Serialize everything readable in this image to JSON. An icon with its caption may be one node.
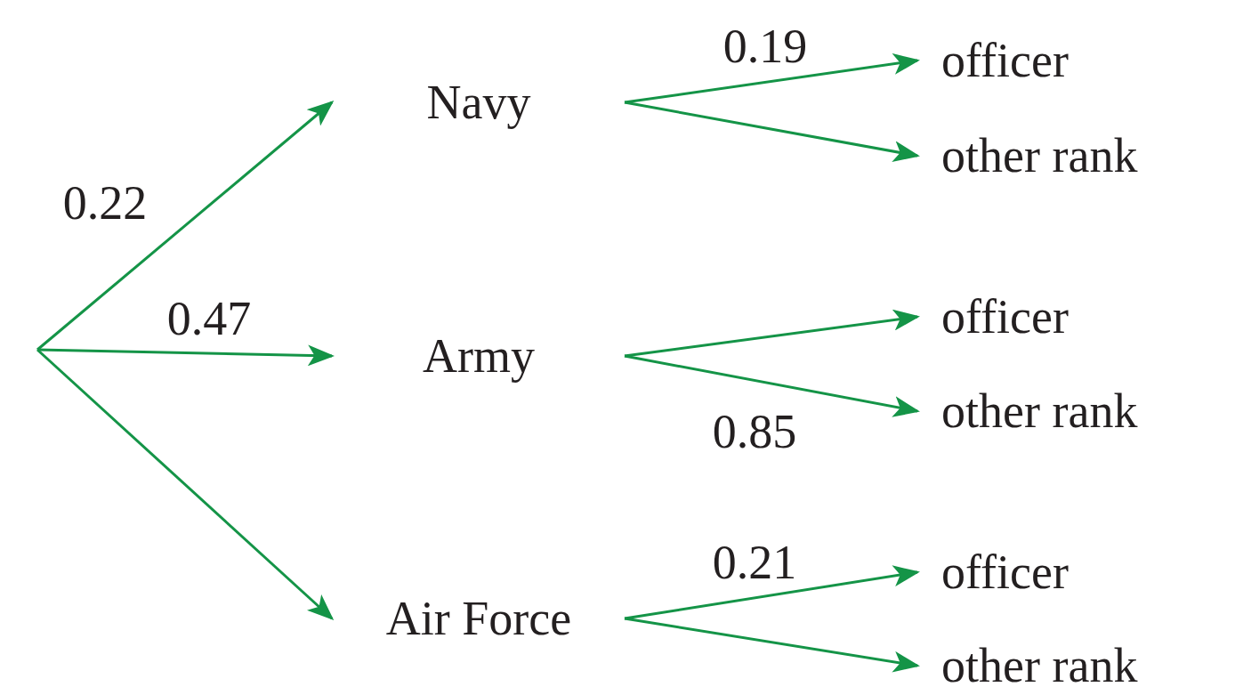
{
  "diagram": {
    "nodes": [
      {
        "text": [
          "Navy"
        ]
      },
      {
        "text": [
          "Army"
        ]
      },
      {
        "text": [
          "Air Force"
        ]
      },
      {
        "text": [
          "officer"
        ]
      },
      {
        "text": [
          "other rank"
        ]
      },
      {
        "text": [
          "officer"
        ]
      },
      {
        "text": [
          "other rank"
        ]
      },
      {
        "text": [
          "officer"
        ]
      },
      {
        "text": [
          "other rank"
        ]
      }
    ],
    "edges": [
      {
        "from": null,
        "to": 0,
        "arrow": "to",
        "label": "0.22"
      },
      {
        "from": null,
        "to": 1,
        "arrow": "to",
        "label": "0.47"
      },
      {
        "from": null,
        "to": 2,
        "arrow": "to"
      },
      {
        "from": 0,
        "to": 3,
        "arrow": "to",
        "label": "0.19"
      },
      {
        "from": 0,
        "to": 4,
        "arrow": "to"
      },
      {
        "from": 1,
        "to": 5,
        "arrow": "to"
      },
      {
        "from": 1,
        "to": 6,
        "arrow": "to",
        "label": "0.85"
      },
      {
        "from": 2,
        "to": 7,
        "arrow": "to",
        "label": "0.21"
      },
      {
        "from": 2,
        "to": 8,
        "arrow": "to"
      }
    ]
  }
}
